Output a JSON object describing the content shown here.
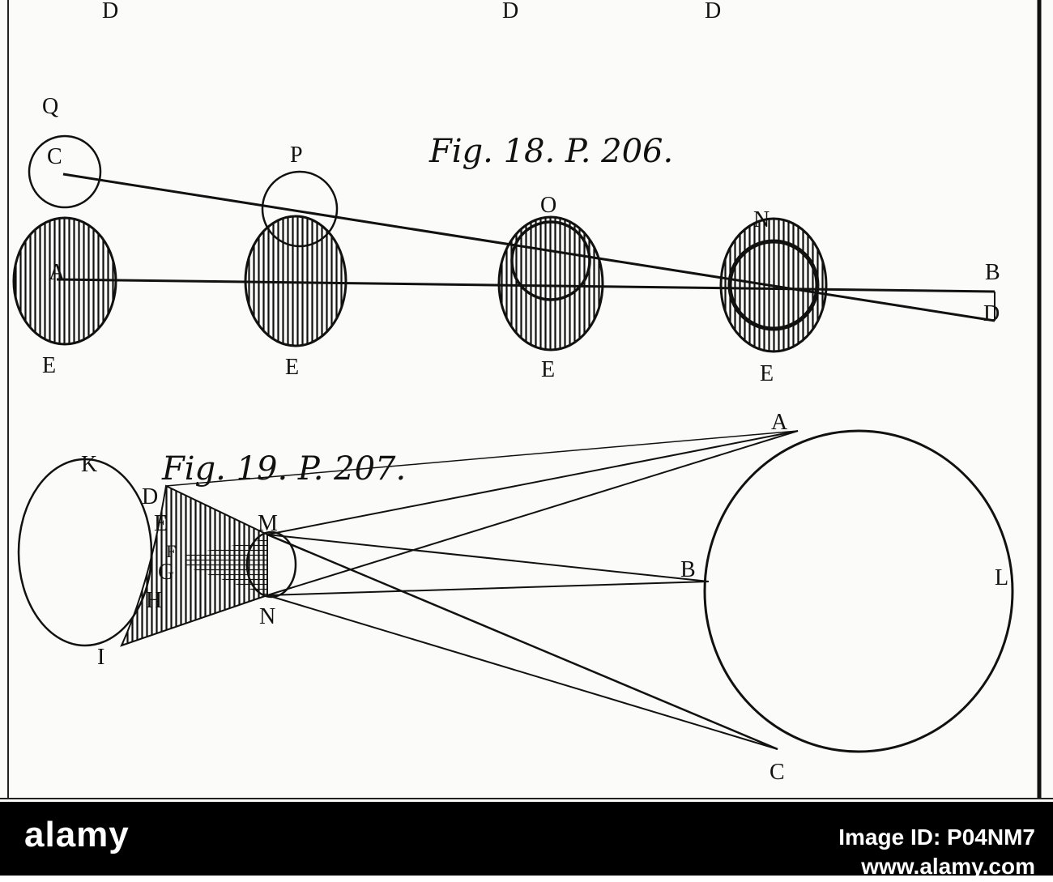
{
  "figure18": {
    "caption": "Fig. 18. P. 206.",
    "labels": {
      "Q": "Q",
      "C": "C",
      "P": "P",
      "O": "O",
      "N": "N",
      "A": "A",
      "B": "B",
      "D": "D",
      "E1": "E",
      "E2": "E",
      "E3": "E",
      "E4": "E"
    }
  },
  "figure19": {
    "caption": "Fig. 19. P. 207.",
    "labels": {
      "K": "K",
      "D": "D",
      "E": "E",
      "F": "F",
      "G": "G",
      "H": "H",
      "I": "I",
      "M": "M",
      "N": "N",
      "A": "A",
      "B": "B",
      "L": "L",
      "C": "C"
    }
  },
  "top_partial_labels": [
    "D",
    "D",
    "D"
  ],
  "footer": {
    "logo": "alamy",
    "stock_id_line1": "Image ID: P04NM7",
    "stock_id_line2": "www.alamy.com"
  },
  "colors": {
    "ink": "#111111",
    "paper": "#fbfbf9",
    "footer": "#000000"
  }
}
